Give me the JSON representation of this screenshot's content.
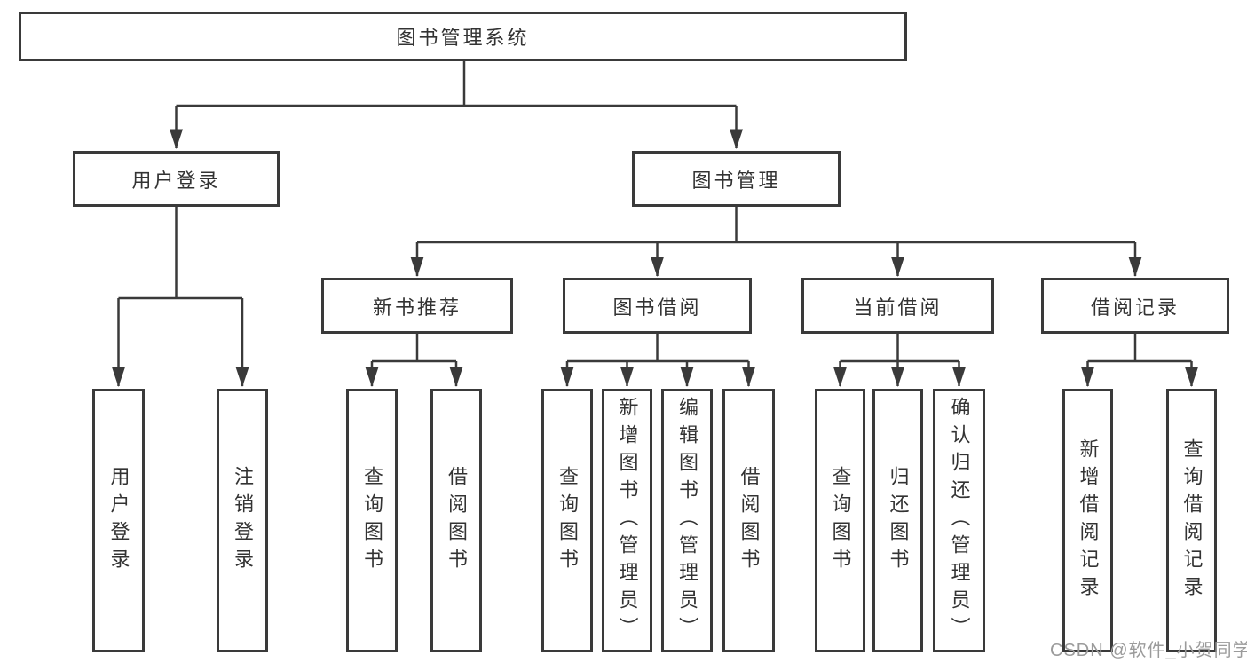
{
  "colors": {
    "background": "#ffffff",
    "line": "#3a3a3a",
    "box_border": "#3a3a3a",
    "text": "#333333",
    "watermark": "#9b9b9b"
  },
  "tree": {
    "root": "图书管理系统",
    "branches": [
      {
        "label": "用户登录",
        "children": [
          "用户登录",
          "注销登录"
        ]
      },
      {
        "label": "图书管理",
        "groups": [
          {
            "label": "新书推荐",
            "children": [
              "查询图书",
              "借阅图书"
            ]
          },
          {
            "label": "图书借阅",
            "children": [
              "查询图书",
              "新增图书（管理员）",
              "编辑图书（管理员）",
              "借阅图书"
            ]
          },
          {
            "label": "当前借阅",
            "children": [
              "查询图书",
              "归还图书",
              "确认归还（管理员）"
            ]
          },
          {
            "label": "借阅记录",
            "children": [
              "新增借阅记录",
              "查询借阅记录"
            ]
          }
        ]
      }
    ]
  },
  "watermark": "CSDN @软件_小贺同学"
}
